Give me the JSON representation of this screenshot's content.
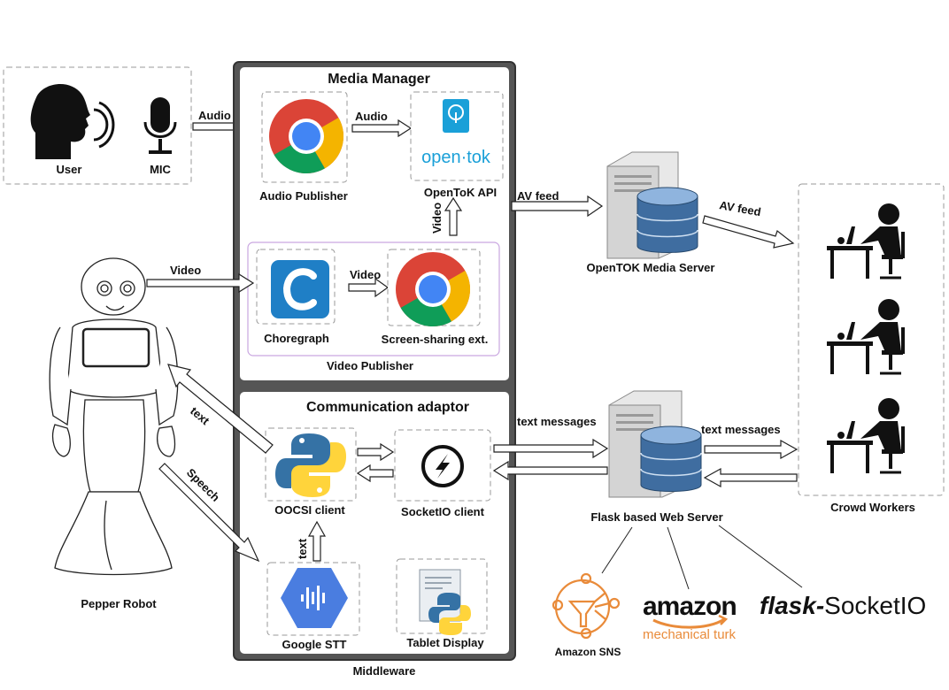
{
  "user_label": "User",
  "mic_label": "MIC",
  "media_manager": {
    "title": "Media Manager",
    "audio_publisher": "Audio Publisher",
    "opentok_api": "OpenToK API",
    "opentok_logo": "open·tok",
    "choregraph": "Choregraph",
    "screen_sharing": "Screen-sharing ext.",
    "video_publisher": "Video Publisher"
  },
  "communication": {
    "title": "Communication adaptor",
    "oocsi_client": "OOCSI client",
    "socketio_client": "SocketIO client",
    "google_stt": "Google STT",
    "tablet_display": "Tablet Display"
  },
  "middleware_label": "Middleware",
  "pepper_robot": "Pepper Robot",
  "opentok_server": "OpenTOK Media Server",
  "flask_server": "Flask based Web Server",
  "crowd_workers": "Crowd Workers",
  "arrows": {
    "audio_in": "Audio",
    "audio_out": "Audio",
    "video_in": "Video",
    "video_mid": "Video",
    "video_up": "Video",
    "av_feed_1": "AV feed",
    "av_feed_2": "AV feed",
    "text_msgs_1": "text messages",
    "text_msgs_2": "text messages",
    "text_robot": "text",
    "speech": "Speech",
    "text_stt": "text"
  },
  "logos": {
    "amazon_sns": "Amazon SNS",
    "amazon": "amazon",
    "mechanical_turk": "mechanical turk",
    "flask_socketio_a": "flask-",
    "flask_socketio_b": "SocketIO"
  },
  "colors": {
    "chrome_red": "#db4437",
    "chrome_green": "#0f9d58",
    "chrome_yellow": "#f4b400",
    "chrome_blue": "#4285f4",
    "opentok_blue": "#1aa0d8",
    "choregraph_blue": "#1f7fc6",
    "python_blue": "#3572a5",
    "python_yellow": "#ffd43b",
    "stt_blue": "#4a7de0",
    "sns_orange": "#e98b3a",
    "video_box_border": "#c9a6e0"
  }
}
